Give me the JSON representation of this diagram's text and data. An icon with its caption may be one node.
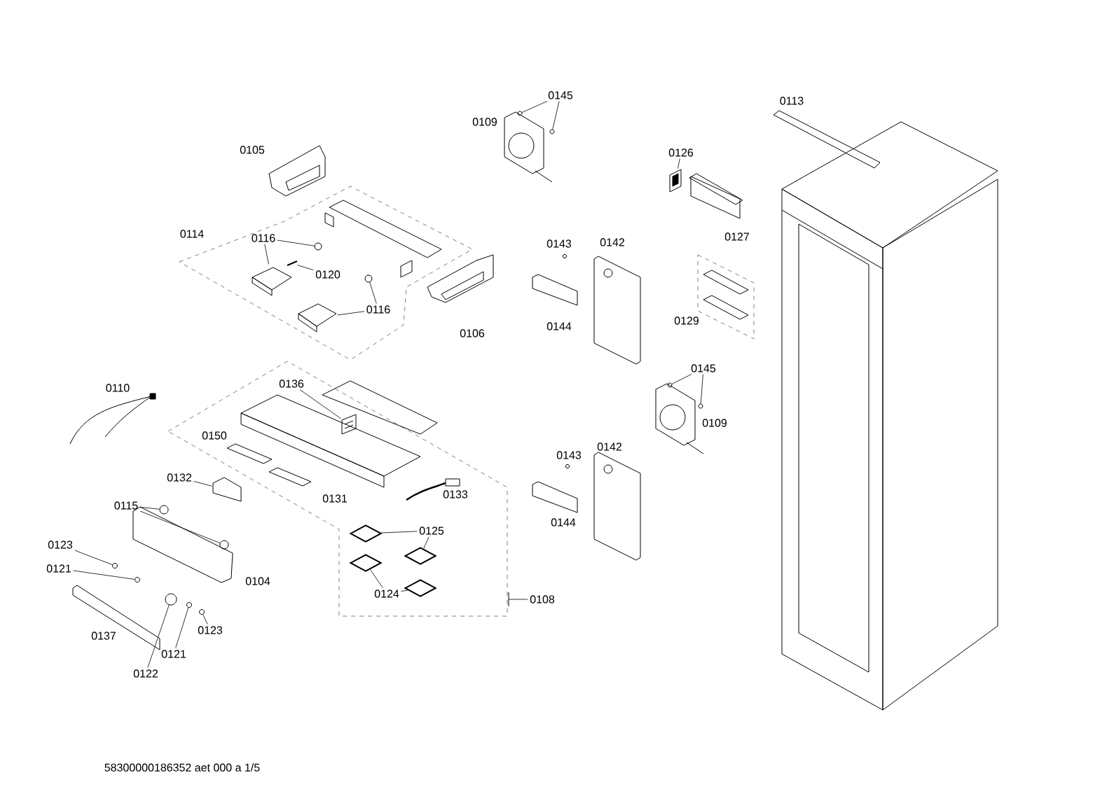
{
  "diagram": {
    "nodes": [
      {
        "text": [
          "0145"
        ]
      },
      {
        "text": [
          "0126"
        ]
      },
      {
        "text": [
          "0116"
        ]
      },
      {
        "text": [
          "0120"
        ]
      },
      {
        "text": [
          "0116"
        ]
      },
      {
        "text": [
          "0145"
        ]
      },
      {
        "text": [
          "0136"
        ]
      },
      {
        "text": [
          "0132"
        ]
      },
      {
        "text": [
          "0115"
        ]
      },
      {
        "text": [
          "0125"
        ]
      },
      {
        "text": [
          "0123"
        ]
      },
      {
        "text": [
          "0121"
        ]
      },
      {
        "text": [
          "0124"
        ]
      },
      {
        "text": [
          "0108"
        ]
      },
      {
        "text": [
          "0123"
        ]
      },
      {
        "text": [
          "0121"
        ]
      },
      {
        "text": [
          "0122"
        ]
      },
      {
        "text": [],
        "shape": "circle"
      },
      {
        "text": [],
        "shape": "circle"
      },
      {
        "text": [],
        "shape": "picture"
      },
      {
        "text": [],
        "shape": "circle"
      },
      {
        "text": [],
        "shape": "picture"
      },
      {
        "text": [],
        "shape": "picture"
      },
      {
        "text": [],
        "shape": "circle"
      },
      {
        "text": [],
        "shape": "picture"
      },
      {
        "text": [],
        "shape": "circle"
      },
      {
        "text": [],
        "shape": "circle"
      },
      {
        "text": [],
        "shape": "picture"
      },
      {
        "text": [],
        "shape": "picture"
      },
      {
        "text": [],
        "shape": "circle"
      },
      {
        "text": [],
        "shape": "circle"
      },
      {
        "text": [],
        "shape": "diamond"
      },
      {
        "text": [],
        "shape": "diamond"
      },
      {
        "text": [],
        "shape": "diamond"
      },
      {
        "text": [],
        "shape": "diamond"
      },
      {
        "text": [],
        "shape": "circle"
      },
      {
        "text": [],
        "shape": "circle"
      },
      {
        "text": [],
        "shape": "circle"
      },
      {
        "text": [],
        "shape": "circle"
      },
      {
        "text": [],
        "shape": "circle"
      }
    ],
    "edges": [
      {
        "from": 0,
        "to": 17,
        "arrow": "none"
      },
      {
        "from": 0,
        "to": 18,
        "arrow": "none"
      },
      {
        "from": 1,
        "to": 19,
        "arrow": "none"
      },
      {
        "from": 2,
        "to": 20,
        "arrow": "none"
      },
      {
        "from": 2,
        "to": 21,
        "arrow": "none"
      },
      {
        "from": 3,
        "to": 22,
        "arrow": "none"
      },
      {
        "from": 4,
        "to": 23,
        "arrow": "none"
      },
      {
        "from": 4,
        "to": 24,
        "arrow": "none"
      },
      {
        "from": 5,
        "to": 25,
        "arrow": "none"
      },
      {
        "from": 5,
        "to": 26,
        "arrow": "none"
      },
      {
        "from": 6,
        "to": 27,
        "arrow": "none"
      },
      {
        "from": 7,
        "to": 28,
        "arrow": "none"
      },
      {
        "from": 8,
        "to": 29,
        "arrow": "none"
      },
      {
        "from": 8,
        "to": 30,
        "arrow": "none"
      },
      {
        "from": 9,
        "to": 31,
        "arrow": "none"
      },
      {
        "from": 9,
        "to": 32,
        "arrow": "none"
      },
      {
        "from": 10,
        "to": 35,
        "arrow": "none"
      },
      {
        "from": 11,
        "to": 36,
        "arrow": "none"
      },
      {
        "from": 12,
        "to": 33,
        "arrow": "none"
      },
      {
        "from": 12,
        "to": 34,
        "arrow": "none"
      },
      {
        "from": 13,
        "to": null,
        "arrow": "none"
      },
      {
        "from": 14,
        "to": 37,
        "arrow": "none"
      },
      {
        "from": 15,
        "to": 38,
        "arrow": "none"
      },
      {
        "from": 16,
        "to": 39,
        "arrow": "none"
      }
    ],
    "labels": [
      "0113",
      "0109",
      "0105",
      "0114",
      "0127",
      "0143",
      "0142",
      "0144",
      "0129",
      "0106",
      "0110",
      "0109",
      "0150",
      "0142",
      "0143",
      "0133",
      "0131",
      "0144",
      "0104",
      "0137",
      "58300000186352 aet 000 a 1/5"
    ]
  }
}
